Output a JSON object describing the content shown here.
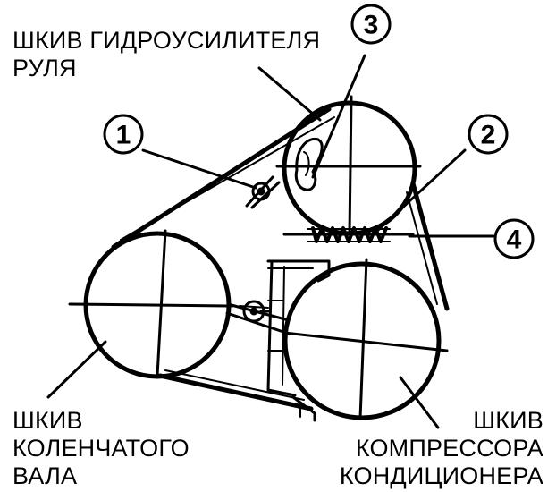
{
  "labels": {
    "power_steering": [
      "ШКИВ ГИДРОУСИЛИТЕЛЯ",
      "РУЛЯ"
    ],
    "crankshaft": [
      "ШКИВ",
      "КОЛЕНЧАТОГО",
      "ВАЛА"
    ],
    "ac_compressor": [
      "ШКИВ",
      "КОМПРЕССОРА",
      "КОНДИЦИОНЕРА"
    ]
  },
  "callouts": [
    "1",
    "2",
    "3",
    "4"
  ],
  "colors": {
    "ink": "#000000",
    "paper": "#ffffff"
  }
}
